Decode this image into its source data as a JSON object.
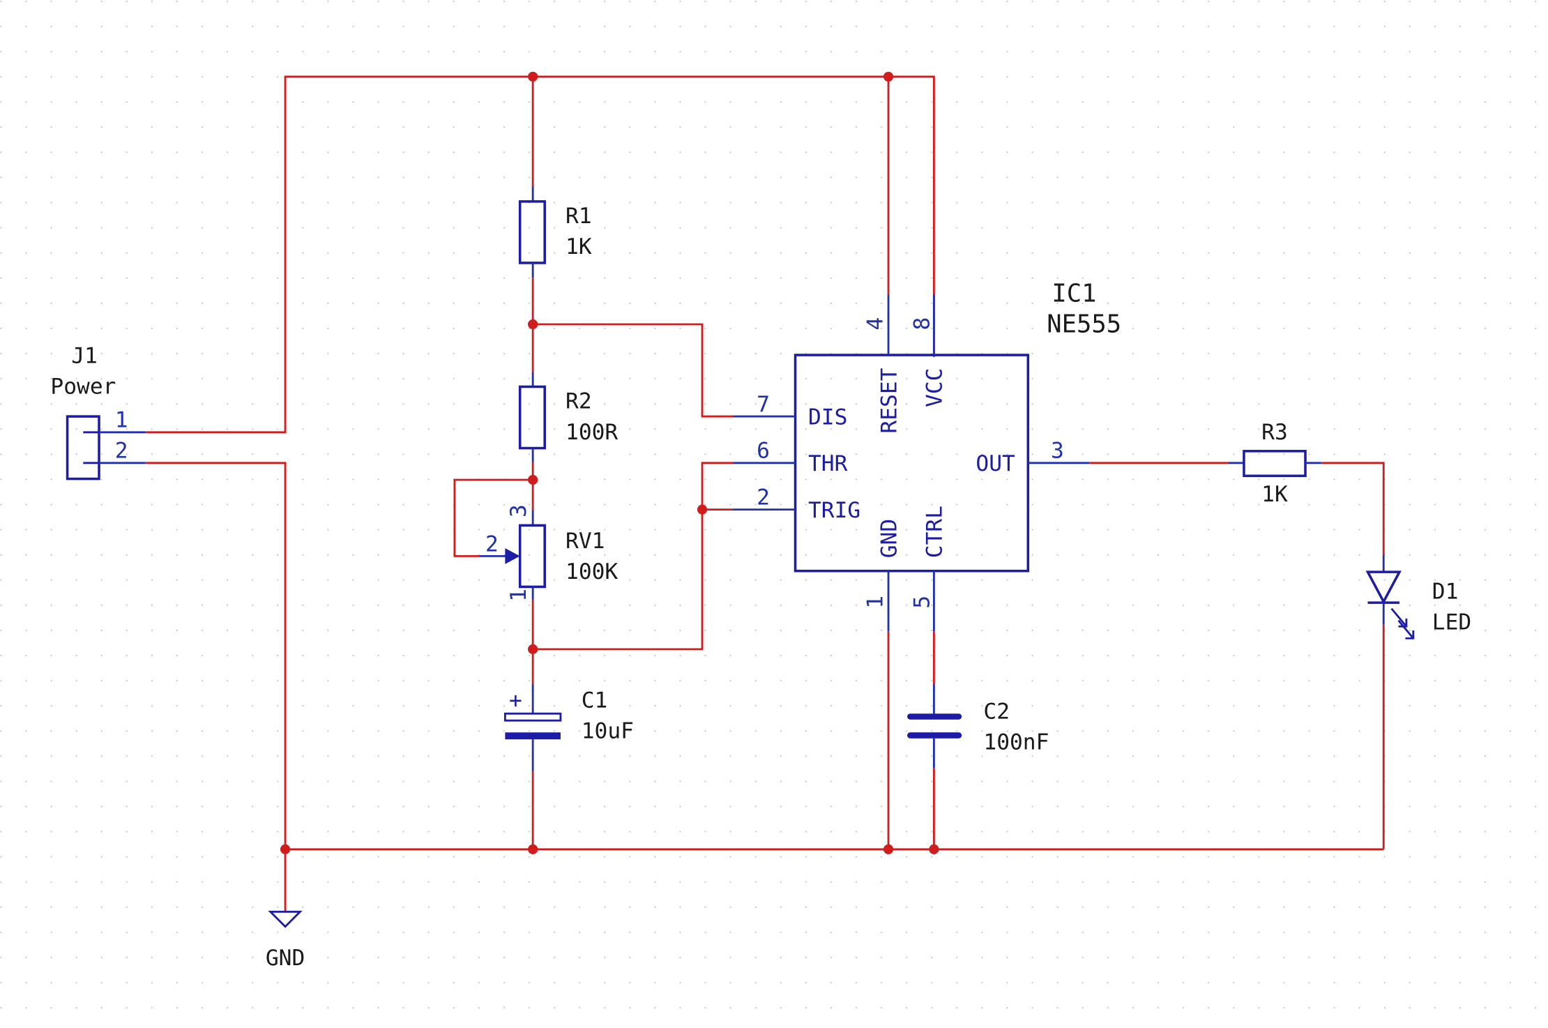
{
  "colors": {
    "wire": "#d01c1c",
    "component": "#1c1ca8",
    "pin": "#2030b0",
    "text": "#1a1a1a",
    "grid": "#c8c8c8",
    "background": "#ffffff"
  },
  "components": {
    "j1": {
      "ref": "J1",
      "value": "Power",
      "pins": [
        "1",
        "2"
      ]
    },
    "r1": {
      "ref": "R1",
      "value": "1K"
    },
    "r2": {
      "ref": "R2",
      "value": "100R"
    },
    "rv1": {
      "ref": "RV1",
      "value": "100K",
      "pins": [
        "1",
        "2",
        "3"
      ]
    },
    "c1": {
      "ref": "C1",
      "value": "10uF",
      "polarity": "+"
    },
    "ic1": {
      "ref": "IC1",
      "value": "NE555",
      "pin_names": {
        "dis": "DIS",
        "thr": "THR",
        "trig": "TRIG",
        "out": "OUT",
        "reset": "RESET",
        "vcc": "VCC",
        "gnd": "GND",
        "ctrl": "CTRL"
      },
      "pin_numbers": {
        "dis": "7",
        "thr": "6",
        "trig": "2",
        "out": "3",
        "reset": "4",
        "vcc": "8",
        "gnd": "1",
        "ctrl": "5"
      }
    },
    "c2": {
      "ref": "C2",
      "value": "100nF"
    },
    "r3": {
      "ref": "R3",
      "value": "1K"
    },
    "d1": {
      "ref": "D1",
      "value": "LED"
    },
    "gnd": {
      "label": "GND"
    }
  }
}
